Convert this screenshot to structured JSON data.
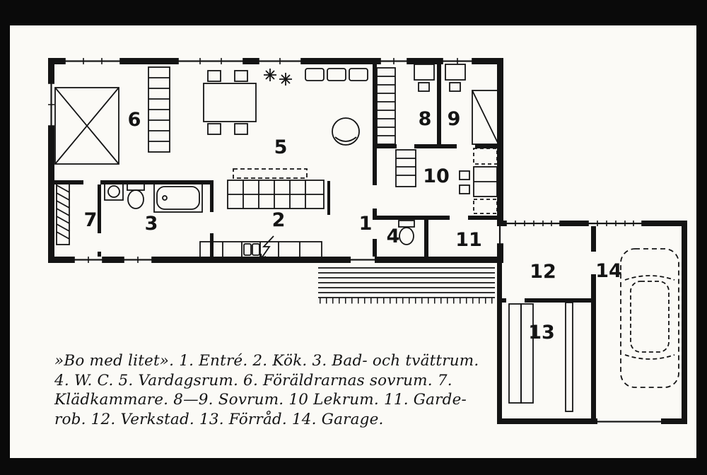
{
  "colors": {
    "frame": "#0a0a0a",
    "paper": "#fbfaf6",
    "ink": "#141414"
  },
  "plan": {
    "room_labels": [
      {
        "number": "1",
        "name": "Entré"
      },
      {
        "number": "2",
        "name": "Kök"
      },
      {
        "number": "3",
        "name": "Bad- och tvättrum"
      },
      {
        "number": "4",
        "name": "W. C."
      },
      {
        "number": "5",
        "name": "Vardagsrum"
      },
      {
        "number": "6",
        "name": "Föräldrarnas sovrum"
      },
      {
        "number": "7",
        "name": "Klädkammare"
      },
      {
        "number": "8",
        "name": "Sovrum"
      },
      {
        "number": "9",
        "name": "Sovrum"
      },
      {
        "number": "10",
        "name": "Lekrum"
      },
      {
        "number": "11",
        "name": "Garderob"
      },
      {
        "number": "12",
        "name": "Verkstad"
      },
      {
        "number": "13",
        "name": "Förråd"
      },
      {
        "number": "14",
        "name": "Garage"
      }
    ]
  },
  "caption": {
    "lines": [
      "»Bo med litet». 1. Entré. 2. Kök. 3. Bad- och tvättrum.",
      "4. W. C. 5. Vardagsrum. 6. Föräldrarnas sovrum. 7.",
      "Klädkammare. 8—9. Sovrum. 10 Lekrum. 11. Garde-",
      "rob. 12. Verkstad. 13. Förråd. 14. Garage."
    ]
  }
}
